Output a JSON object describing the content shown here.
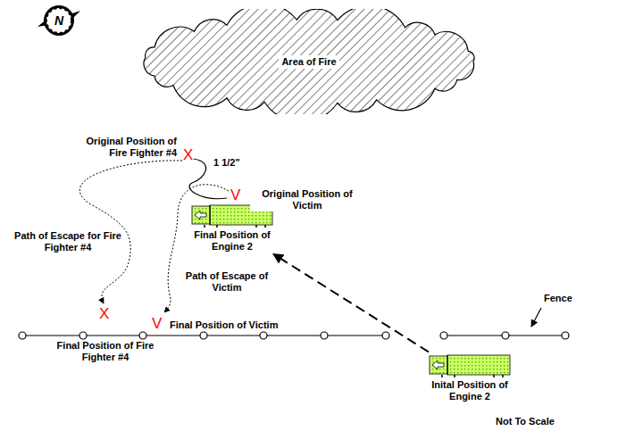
{
  "diagram": {
    "nodes": [
      {
        "text": [
          "N"
        ]
      },
      {
        "text": [
          "Area of Fire"
        ]
      },
      {
        "text": [
          "Final Position of Engine 2"
        ]
      },
      {
        "text": [
          "Inital Position of Engine 2"
        ]
      }
    ],
    "edges": [
      {
        "from": 3,
        "to": 2,
        "arrow": "to"
      }
    ],
    "labels": [
      "Original Position of Fire Fighter #4",
      "X",
      "1 1/2\"",
      "V",
      "Original Position of Victim",
      "Path of Escape for Fire Fighter #4",
      "Path of Escape of Victim",
      "X",
      "Final Position of Fire Fighter #4",
      "V",
      "Final Position of Victim",
      "Fence",
      "Not To Scale"
    ]
  }
}
